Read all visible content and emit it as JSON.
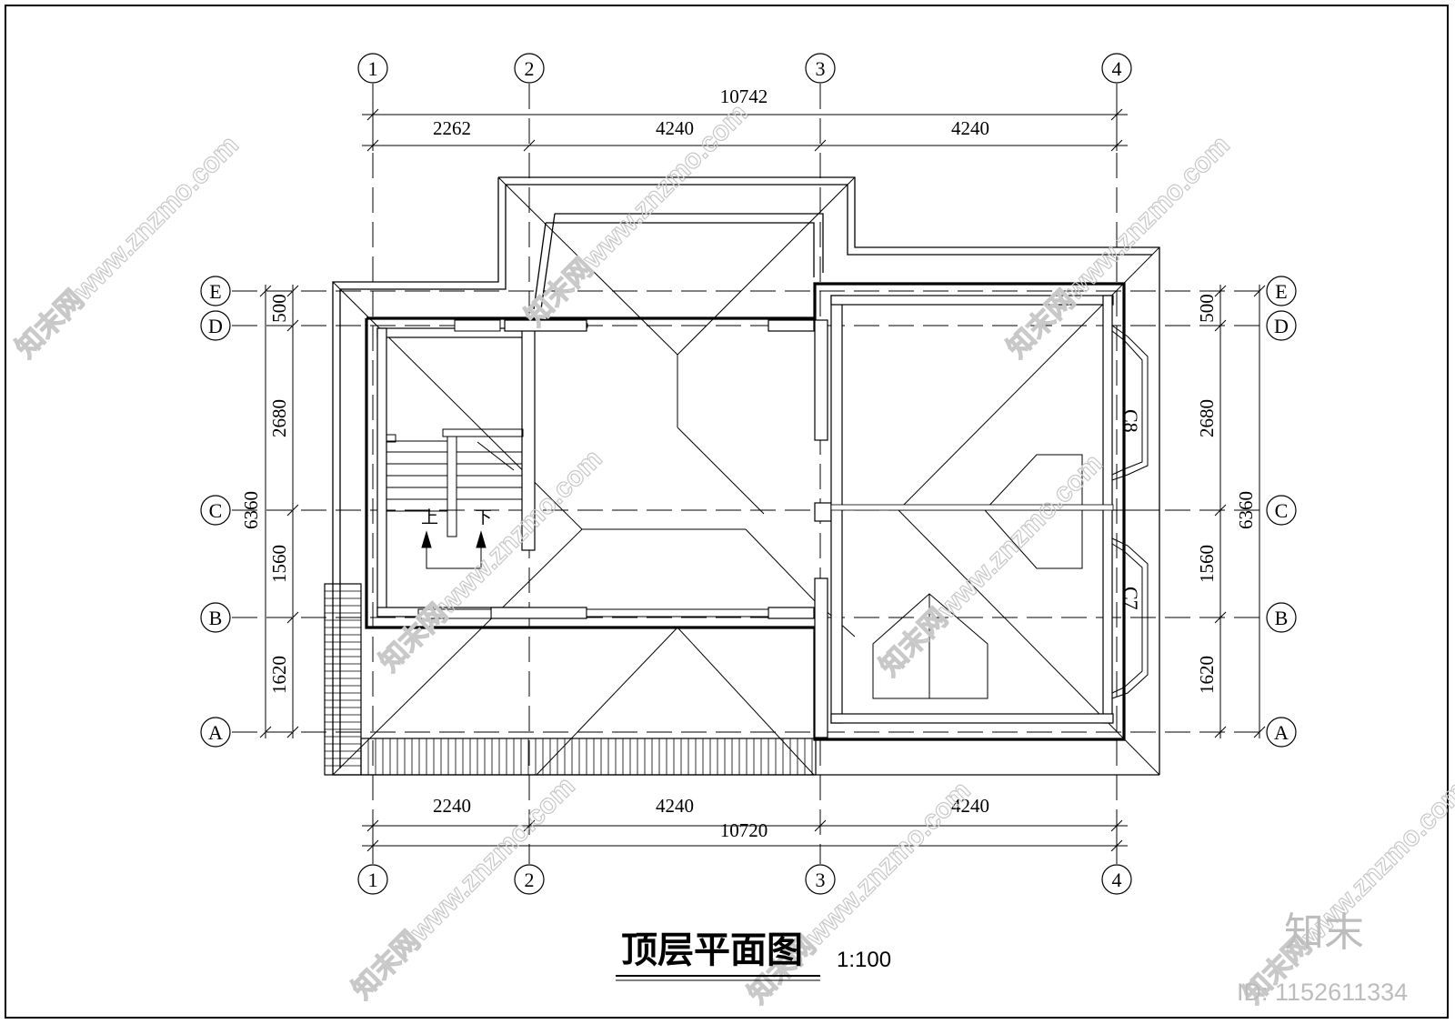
{
  "title": "顶层平面图",
  "scale": "1:100",
  "axes": {
    "columns": [
      "1",
      "2",
      "3",
      "4"
    ],
    "rows": [
      "A",
      "B",
      "C",
      "D",
      "E"
    ]
  },
  "dimensions": {
    "top_total": "10742",
    "top_segments": [
      "2262",
      "4240",
      "4240"
    ],
    "bottom_segments": [
      "2240",
      "4240",
      "4240"
    ],
    "bottom_total": "10720",
    "side_total": "6360",
    "side_segments": [
      "1620",
      "1560",
      "2680",
      "500"
    ]
  },
  "labels": {
    "stair_up": "上",
    "stair_down": "下",
    "window_c8": "C8",
    "window_c7": "C7"
  },
  "watermark": {
    "text": "知末网www.znzmo.com",
    "brand": "知末",
    "id": "ID: 1152611334"
  }
}
